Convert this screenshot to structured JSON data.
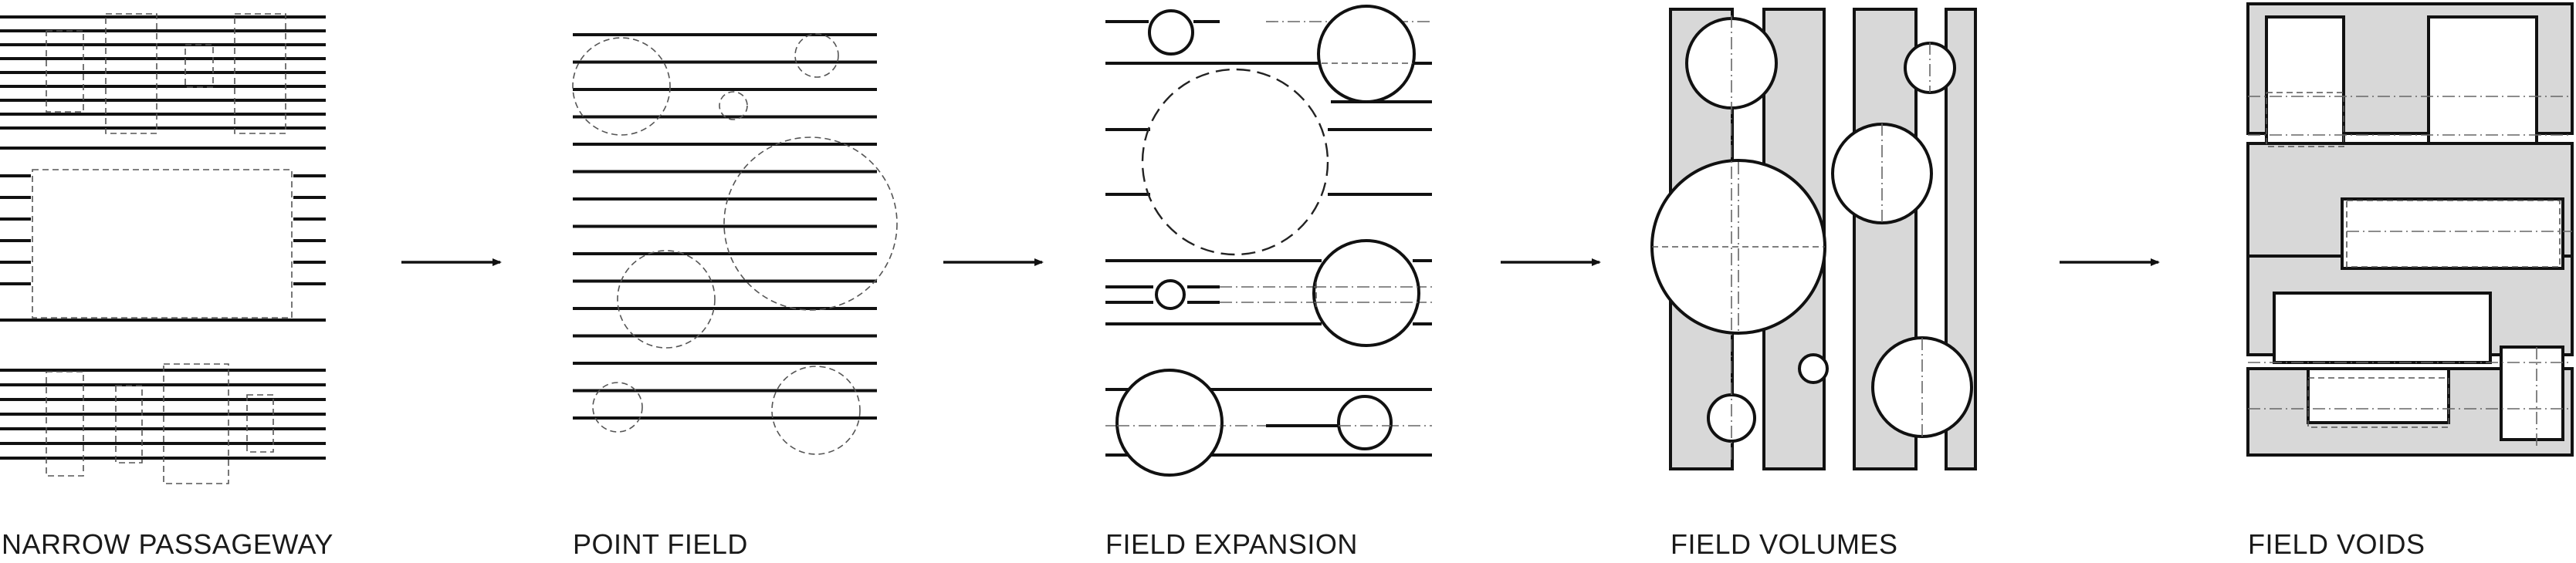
{
  "stages": [
    {
      "label": "NARROW PASSAGEWAY"
    },
    {
      "label": "POINT FIELD"
    },
    {
      "label": "FIELD EXPANSION"
    },
    {
      "label": "FIELD VOLUMES"
    },
    {
      "label": "FIELD VOIDS"
    }
  ],
  "colors": {
    "line": "#111111",
    "fill": "#d8d8d8",
    "background": "#ffffff"
  },
  "icons": [
    "arrow-right-icon"
  ]
}
